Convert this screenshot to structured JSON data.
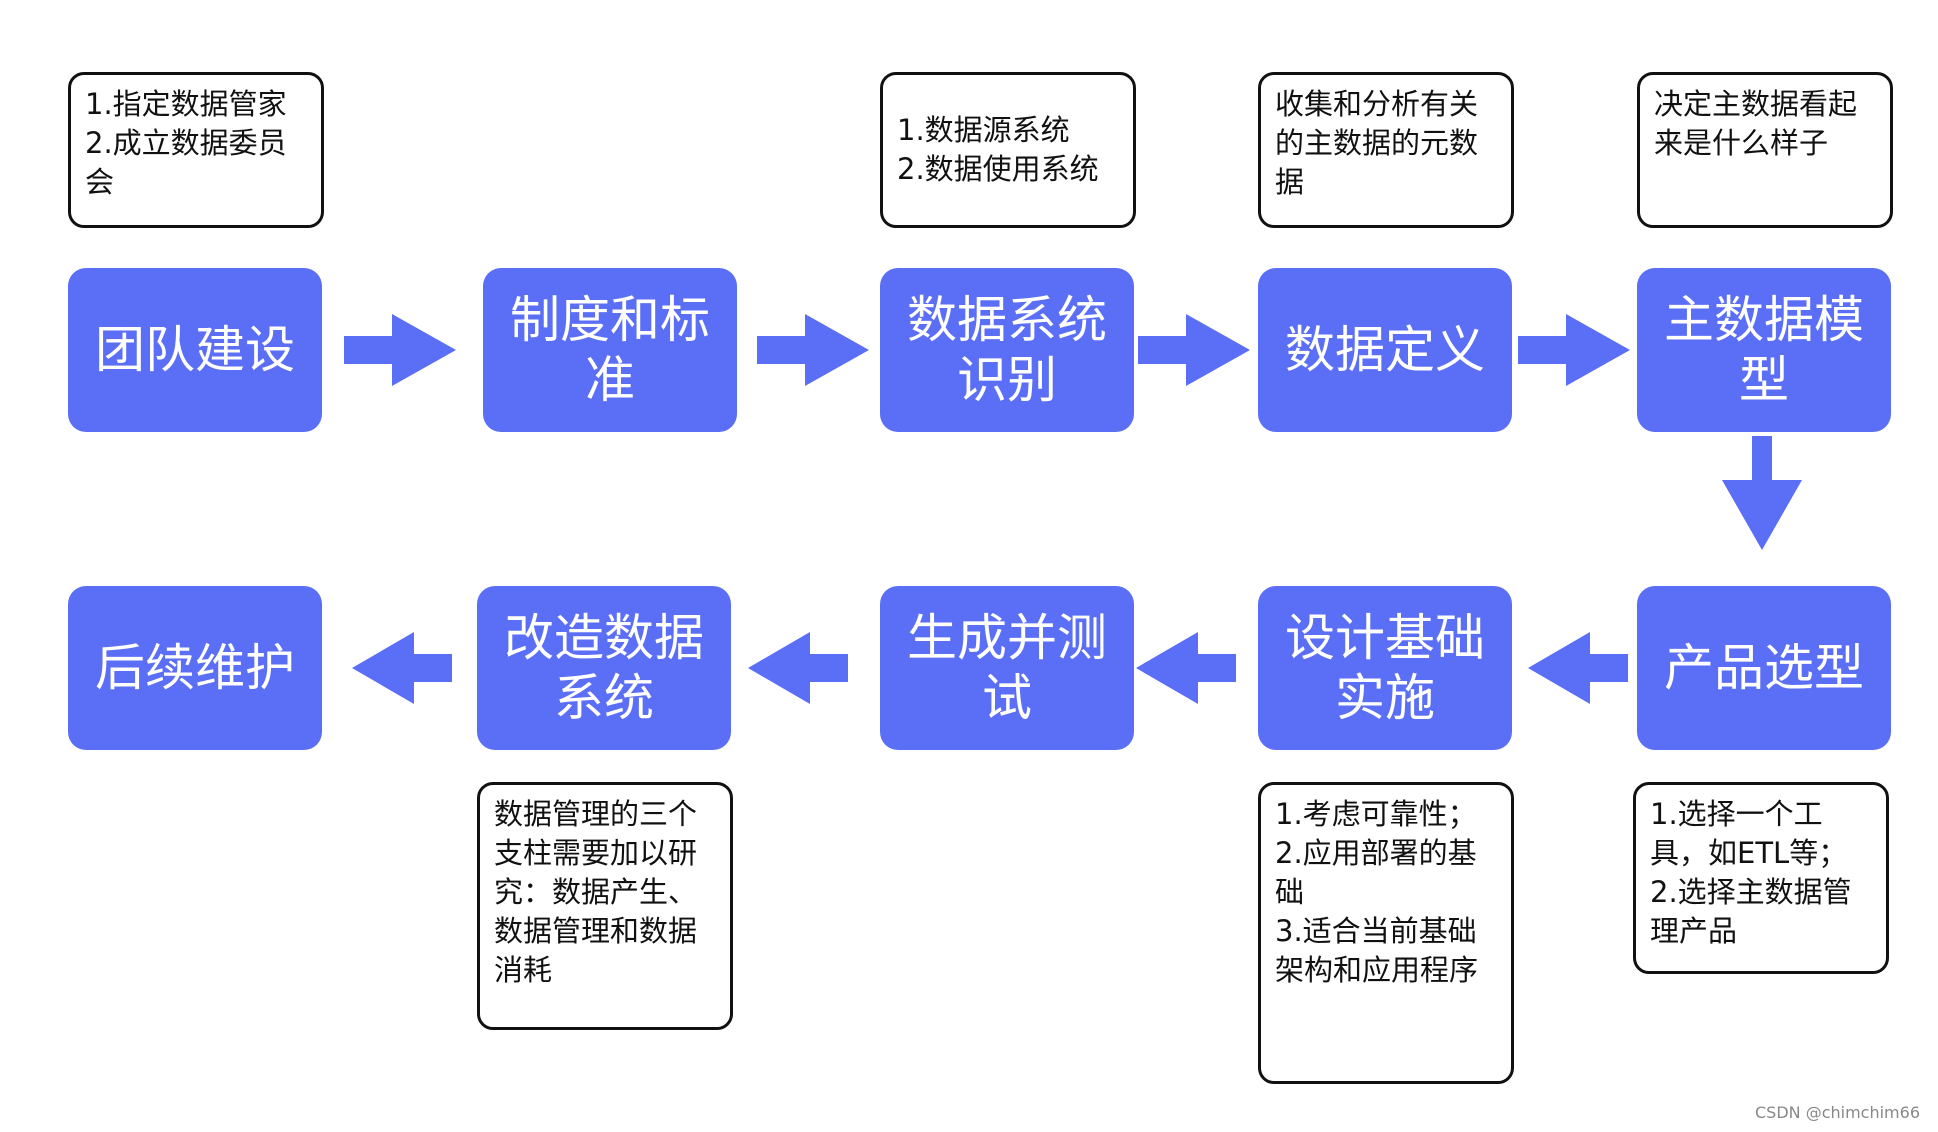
{
  "colors": {
    "step_fill": "#5b6ef6",
    "arrow_fill": "#5b6ef6",
    "note_border": "#111111"
  },
  "steps": [
    {
      "label": "团队建设"
    },
    {
      "label": "制度和标准"
    },
    {
      "label": "数据系统识别"
    },
    {
      "label": "数据定义"
    },
    {
      "label": "主数据模型"
    },
    {
      "label": "产品选型"
    },
    {
      "label": "设计基础实施"
    },
    {
      "label": "生成并测试"
    },
    {
      "label": "改造数据系统"
    },
    {
      "label": "后续维护"
    }
  ],
  "notes": {
    "team": "1.指定数据管家\n2.成立数据委员会",
    "system_identification": "1.数据源系统\n2.数据使用系统",
    "data_definition": "收集和分析有关的主数据的元数据",
    "master_data_model": "决定主数据看起来是什么样子",
    "product_selection": "1.选择一个工具，如ETL等；\n2.选择主数据管理产品",
    "infrastructure": "1.考虑可靠性；\n2.应用部署的基础\n3.适合当前基础架构和应用程序",
    "system_transformation": "数据管理的三个支柱需要加以研究：数据产生、数据管理和数据消耗"
  },
  "watermark": "CSDN @chimchim66"
}
